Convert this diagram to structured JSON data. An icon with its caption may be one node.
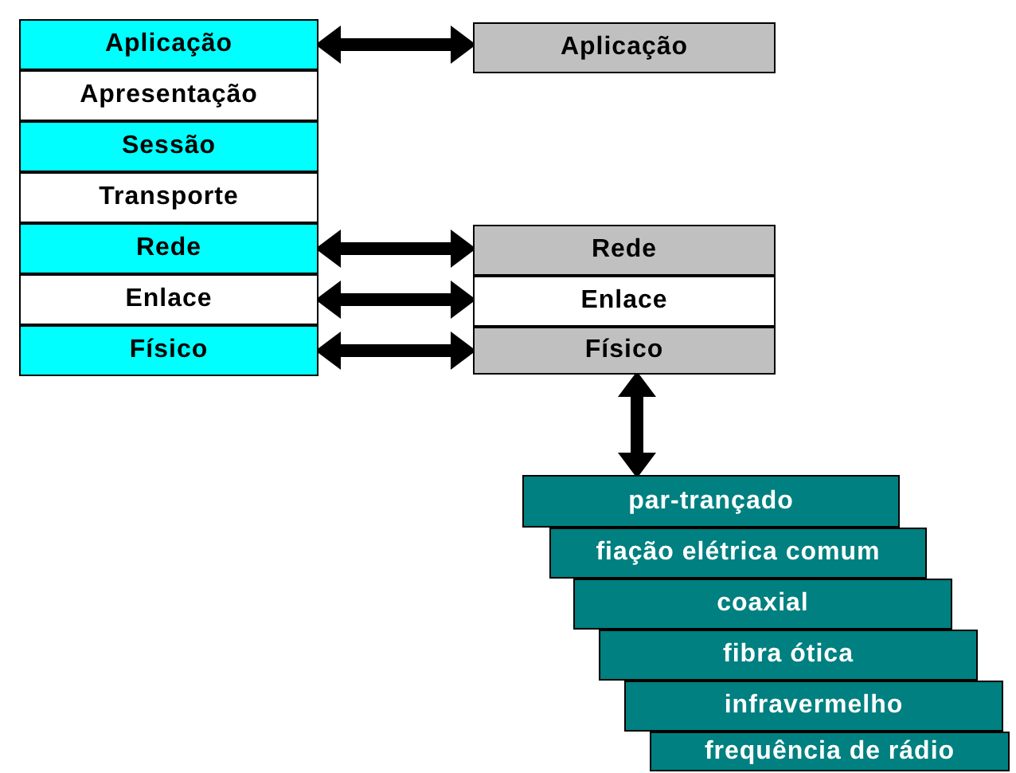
{
  "diagram": {
    "nodes": [
      {
        "text": [
          "Aplicação"
        ]
      },
      {
        "text": [
          "Apresentação"
        ]
      },
      {
        "text": [
          "Sessão"
        ]
      },
      {
        "text": [
          "Transporte"
        ]
      },
      {
        "text": [
          "Rede"
        ]
      },
      {
        "text": [
          "Enlace"
        ]
      },
      {
        "text": [
          "Físico"
        ]
      },
      {
        "text": [
          "Aplicação"
        ]
      },
      {
        "text": [
          "Rede"
        ]
      },
      {
        "text": [
          "Enlace"
        ]
      },
      {
        "text": [
          "Físico"
        ]
      },
      {
        "text": [
          "par-trançado"
        ]
      },
      {
        "text": [
          "fiação elétrica comum"
        ]
      },
      {
        "text": [
          "coaxial"
        ]
      },
      {
        "text": [
          "fibra ótica"
        ]
      },
      {
        "text": [
          "infravermelho"
        ]
      },
      {
        "text": [
          "frequência de rádio"
        ]
      }
    ],
    "edges": [
      {
        "from": 0,
        "to": 7,
        "arrow": "both"
      },
      {
        "from": 4,
        "to": 8,
        "arrow": "both"
      },
      {
        "from": 5,
        "to": 9,
        "arrow": "both"
      },
      {
        "from": 6,
        "to": 10,
        "arrow": "both"
      },
      {
        "from": 10,
        "to": 11,
        "arrow": "both"
      }
    ]
  }
}
